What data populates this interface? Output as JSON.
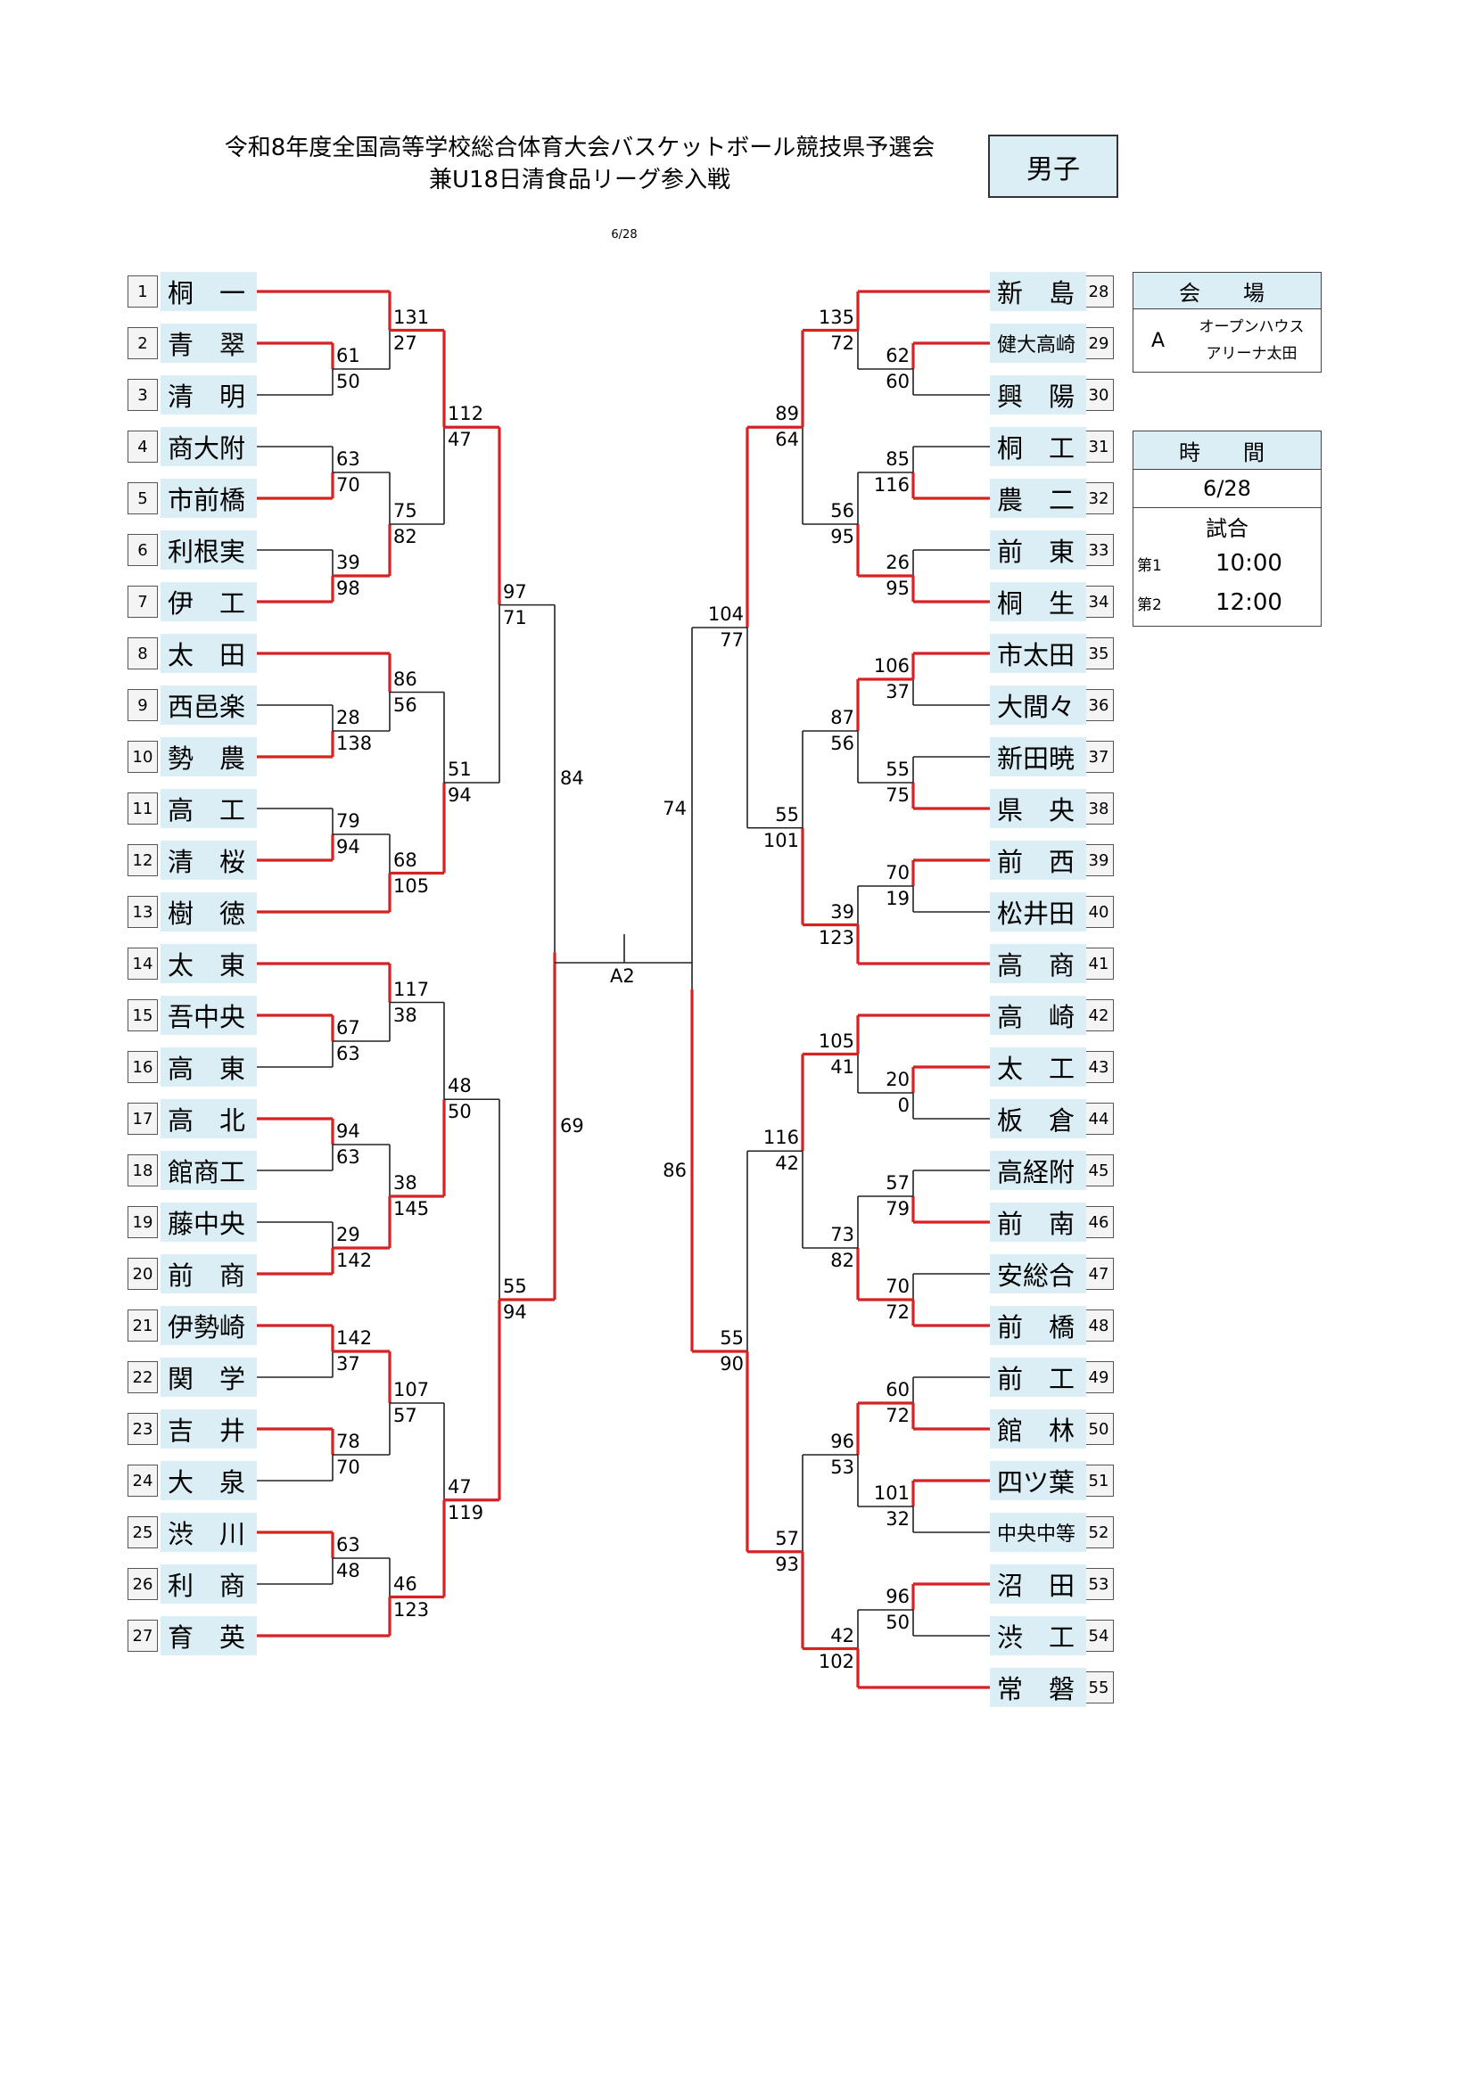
{
  "header": {
    "title_line1": "令和8年度全国高等学校総合体育大会バスケットボール競技県予選会",
    "title_line2": "兼U18日清食品リーグ参入戦",
    "gender": "男子",
    "page_date": "6/28"
  },
  "venue": {
    "heading": "会　場",
    "code": "A",
    "name_line1": "オープンハウス",
    "name_line2": "アリーナ太田"
  },
  "schedule": {
    "heading": "時　間",
    "date": "6/28",
    "games_label": "試合",
    "slots": [
      {
        "label": "第1",
        "time": "10:00"
      },
      {
        "label": "第2",
        "time": "12:00"
      }
    ]
  },
  "colors": {
    "winner_line": "#d62222",
    "loser_line": "#222222",
    "team_bg": "#dbeef5"
  },
  "final_label": "A2",
  "teams": [
    {
      "num": "1",
      "name": "桐　一"
    },
    {
      "num": "2",
      "name": "青　翠"
    },
    {
      "num": "3",
      "name": "清　明"
    },
    {
      "num": "4",
      "name": "商大附"
    },
    {
      "num": "5",
      "name": "市前橋"
    },
    {
      "num": "6",
      "name": "利根実"
    },
    {
      "num": "7",
      "name": "伊　工"
    },
    {
      "num": "8",
      "name": "太　田"
    },
    {
      "num": "9",
      "name": "西邑楽"
    },
    {
      "num": "10",
      "name": "勢　農"
    },
    {
      "num": "11",
      "name": "高　工"
    },
    {
      "num": "12",
      "name": "清　桜"
    },
    {
      "num": "13",
      "name": "樹　徳"
    },
    {
      "num": "14",
      "name": "太　東"
    },
    {
      "num": "15",
      "name": "吾中央"
    },
    {
      "num": "16",
      "name": "高　東"
    },
    {
      "num": "17",
      "name": "高　北"
    },
    {
      "num": "18",
      "name": "館商工"
    },
    {
      "num": "19",
      "name": "藤中央"
    },
    {
      "num": "20",
      "name": "前　商"
    },
    {
      "num": "21",
      "name": "伊勢崎"
    },
    {
      "num": "22",
      "name": "関　学"
    },
    {
      "num": "23",
      "name": "吉　井"
    },
    {
      "num": "24",
      "name": "大　泉"
    },
    {
      "num": "25",
      "name": "渋　川"
    },
    {
      "num": "26",
      "name": "利　商"
    },
    {
      "num": "27",
      "name": "育　英"
    },
    {
      "num": "28",
      "name": "新　島"
    },
    {
      "num": "29",
      "name": "健大高崎"
    },
    {
      "num": "30",
      "name": "興　陽"
    },
    {
      "num": "31",
      "name": "桐　工"
    },
    {
      "num": "32",
      "name": "農　二"
    },
    {
      "num": "33",
      "name": "前　東"
    },
    {
      "num": "34",
      "name": "桐　生"
    },
    {
      "num": "35",
      "name": "市太田"
    },
    {
      "num": "36",
      "name": "大間々"
    },
    {
      "num": "37",
      "name": "新田暁"
    },
    {
      "num": "38",
      "name": "県　央"
    },
    {
      "num": "39",
      "name": "前　西"
    },
    {
      "num": "40",
      "name": "松井田"
    },
    {
      "num": "41",
      "name": "高　商"
    },
    {
      "num": "42",
      "name": "高　崎"
    },
    {
      "num": "43",
      "name": "太　工"
    },
    {
      "num": "44",
      "name": "板　倉"
    },
    {
      "num": "45",
      "name": "高経附"
    },
    {
      "num": "46",
      "name": "前　南"
    },
    {
      "num": "47",
      "name": "安総合"
    },
    {
      "num": "48",
      "name": "前　橋"
    },
    {
      "num": "49",
      "name": "前　工"
    },
    {
      "num": "50",
      "name": "館　林"
    },
    {
      "num": "51",
      "name": "四ツ葉"
    },
    {
      "num": "52",
      "name": "中央中等"
    },
    {
      "num": "53",
      "name": "沼　田"
    },
    {
      "num": "54",
      "name": "渋　工"
    },
    {
      "num": "55",
      "name": "常　磐"
    }
  ],
  "matches": [
    {
      "id": "L1a",
      "top": "131",
      "bottom": "27",
      "winner": "top"
    },
    {
      "id": "L1b",
      "top": "61",
      "bottom": "50",
      "winner": "top"
    },
    {
      "id": "L2a",
      "top": "112",
      "bottom": "47",
      "winner": "top"
    },
    {
      "id": "L1c",
      "top": "63",
      "bottom": "70",
      "winner": "bottom"
    },
    {
      "id": "L1d",
      "top": "75",
      "bottom": "82",
      "winner": "bottom"
    },
    {
      "id": "L1e",
      "top": "39",
      "bottom": "98",
      "winner": "bottom"
    },
    {
      "id": "L3a",
      "top": "97",
      "bottom": "71",
      "winner": "top"
    },
    {
      "id": "L1f",
      "top": "86",
      "bottom": "56",
      "winner": "top"
    },
    {
      "id": "L1g",
      "top": "28",
      "bottom": "138",
      "winner": "bottom"
    },
    {
      "id": "L2b",
      "top": "51",
      "bottom": "94",
      "winner": "bottom"
    },
    {
      "id": "L1h",
      "top": "79",
      "bottom": "94",
      "winner": "bottom"
    },
    {
      "id": "L1i",
      "top": "68",
      "bottom": "105",
      "winner": "bottom"
    },
    {
      "id": "L1j",
      "top": "117",
      "bottom": "38",
      "winner": "top"
    },
    {
      "id": "L1k",
      "top": "67",
      "bottom": "63",
      "winner": "top"
    },
    {
      "id": "L2c",
      "top": "48",
      "bottom": "50",
      "winner": "bottom"
    },
    {
      "id": "L1l",
      "top": "94",
      "bottom": "63",
      "winner": "top"
    },
    {
      "id": "L1m",
      "top": "38",
      "bottom": "145",
      "winner": "bottom"
    },
    {
      "id": "L1n",
      "top": "29",
      "bottom": "142",
      "winner": "bottom"
    },
    {
      "id": "L3b",
      "top": "55",
      "bottom": "94",
      "winner": "bottom"
    },
    {
      "id": "L1o",
      "top": "142",
      "bottom": "37",
      "winner": "top"
    },
    {
      "id": "L1p",
      "top": "107",
      "bottom": "57",
      "winner": "top"
    },
    {
      "id": "L1q",
      "top": "78",
      "bottom": "70",
      "winner": "top"
    },
    {
      "id": "L2d",
      "top": "47",
      "bottom": "119",
      "winner": "bottom"
    },
    {
      "id": "L1r",
      "top": "63",
      "bottom": "48",
      "winner": "top"
    },
    {
      "id": "L1s",
      "top": "46",
      "bottom": "123",
      "winner": "bottom"
    },
    {
      "id": "LF",
      "top": "84",
      "bottom": "69",
      "winner": "bottom"
    },
    {
      "id": "R1a",
      "top": "135",
      "bottom": "72",
      "winner": "top"
    },
    {
      "id": "R1b",
      "top": "62",
      "bottom": "60",
      "winner": "top"
    },
    {
      "id": "R2a",
      "top": "89",
      "bottom": "64",
      "winner": "top"
    },
    {
      "id": "R1c",
      "top": "85",
      "bottom": "116",
      "winner": "bottom"
    },
    {
      "id": "R1d",
      "top": "56",
      "bottom": "95",
      "winner": "bottom"
    },
    {
      "id": "R1e",
      "top": "26",
      "bottom": "95",
      "winner": "bottom"
    },
    {
      "id": "R3a",
      "top": "104",
      "bottom": "77",
      "winner": "top"
    },
    {
      "id": "R1f",
      "top": "106",
      "bottom": "37",
      "winner": "top"
    },
    {
      "id": "R1g",
      "top": "87",
      "bottom": "56",
      "winner": "top"
    },
    {
      "id": "R1h",
      "top": "55",
      "bottom": "75",
      "winner": "bottom"
    },
    {
      "id": "R2b",
      "top": "55",
      "bottom": "101",
      "winner": "bottom"
    },
    {
      "id": "R1i",
      "top": "70",
      "bottom": "19",
      "winner": "top"
    },
    {
      "id": "R1j",
      "top": "39",
      "bottom": "123",
      "winner": "bottom"
    },
    {
      "id": "R1k",
      "top": "105",
      "bottom": "41",
      "winner": "top"
    },
    {
      "id": "R1l",
      "top": "20",
      "bottom": "0",
      "winner": "top"
    },
    {
      "id": "R2c",
      "top": "116",
      "bottom": "42",
      "winner": "top"
    },
    {
      "id": "R1m",
      "top": "57",
      "bottom": "79",
      "winner": "bottom"
    },
    {
      "id": "R1n",
      "top": "73",
      "bottom": "82",
      "winner": "bottom"
    },
    {
      "id": "R1o",
      "top": "70",
      "bottom": "72",
      "winner": "bottom"
    },
    {
      "id": "R3b",
      "top": "55",
      "bottom": "90",
      "winner": "bottom"
    },
    {
      "id": "R1p",
      "top": "60",
      "bottom": "72",
      "winner": "bottom"
    },
    {
      "id": "R1q",
      "top": "96",
      "bottom": "53",
      "winner": "top"
    },
    {
      "id": "R1r",
      "top": "101",
      "bottom": "32",
      "winner": "top"
    },
    {
      "id": "R2d",
      "top": "57",
      "bottom": "93",
      "winner": "bottom"
    },
    {
      "id": "R1s",
      "top": "96",
      "bottom": "50",
      "winner": "top"
    },
    {
      "id": "R1t",
      "top": "42",
      "bottom": "102",
      "winner": "bottom"
    },
    {
      "id": "RF",
      "top": "74",
      "bottom": "86",
      "winner": "bottom"
    }
  ]
}
